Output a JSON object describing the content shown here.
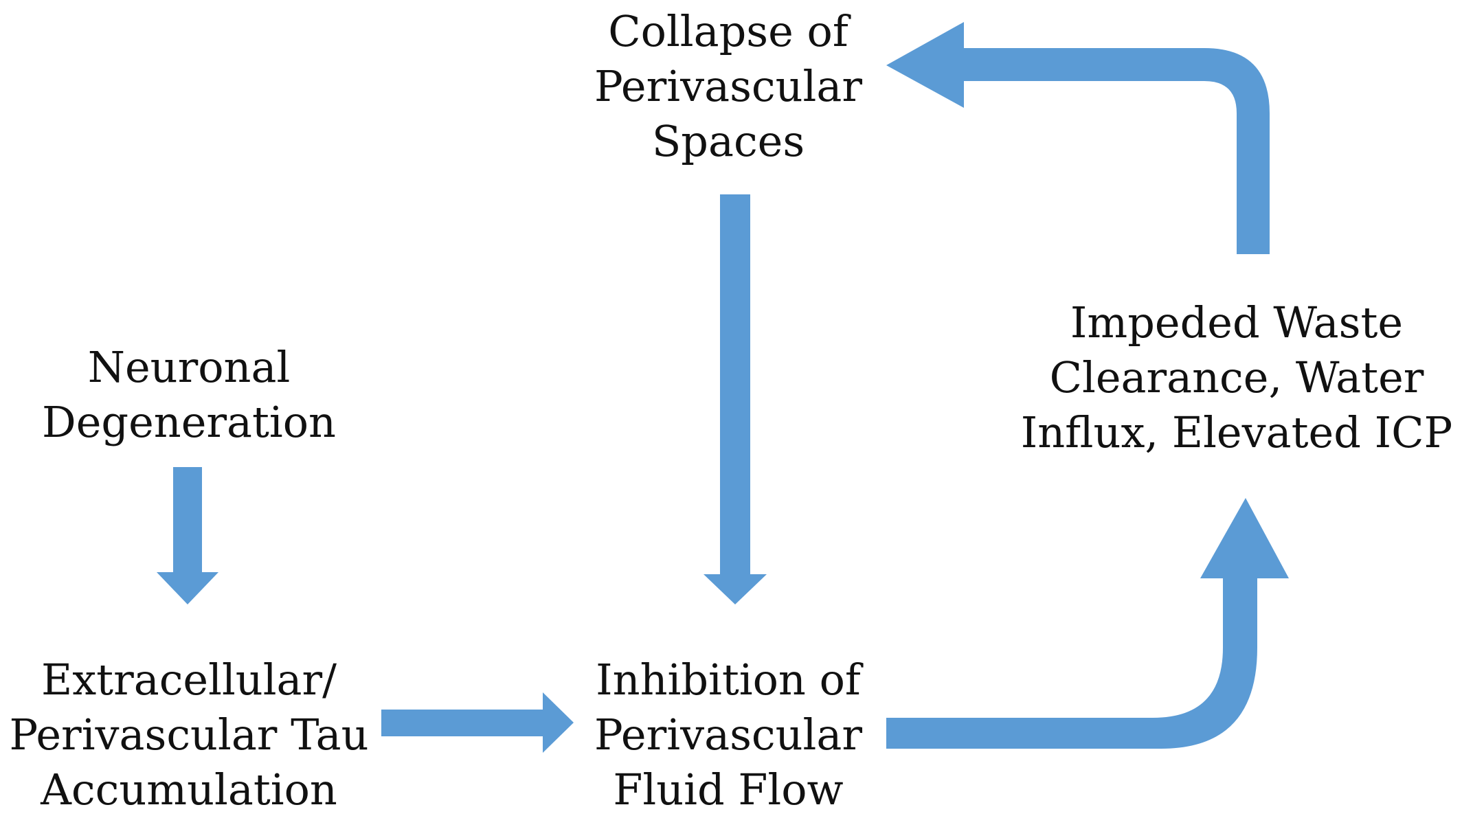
{
  "colors": {
    "arrow": "#5b9bd5",
    "text": "#111111",
    "background": "#ffffff"
  },
  "nodes": {
    "neuronal_degeneration": {
      "lines": [
        "Neuronal",
        "Degeneration"
      ]
    },
    "extracellular_tau": {
      "lines": [
        "Extracellular/",
        "Perivascular Tau",
        "Accumulation"
      ]
    },
    "collapse_perivascular": {
      "lines": [
        "Collapse of",
        "Perivascular",
        "Spaces"
      ]
    },
    "inhibition_flow": {
      "lines": [
        "Inhibition of",
        "Perivascular",
        "Fluid Flow"
      ]
    },
    "impeded_clearance": {
      "lines": [
        "Impeded Waste",
        "Clearance, Water",
        "Influx, Elevated ICP"
      ]
    }
  },
  "edges": [
    {
      "from": "neuronal_degeneration",
      "to": "extracellular_tau"
    },
    {
      "from": "extracellular_tau",
      "to": "inhibition_flow"
    },
    {
      "from": "collapse_perivascular",
      "to": "inhibition_flow"
    },
    {
      "from": "inhibition_flow",
      "to": "impeded_clearance"
    },
    {
      "from": "impeded_clearance",
      "to": "collapse_perivascular"
    }
  ]
}
